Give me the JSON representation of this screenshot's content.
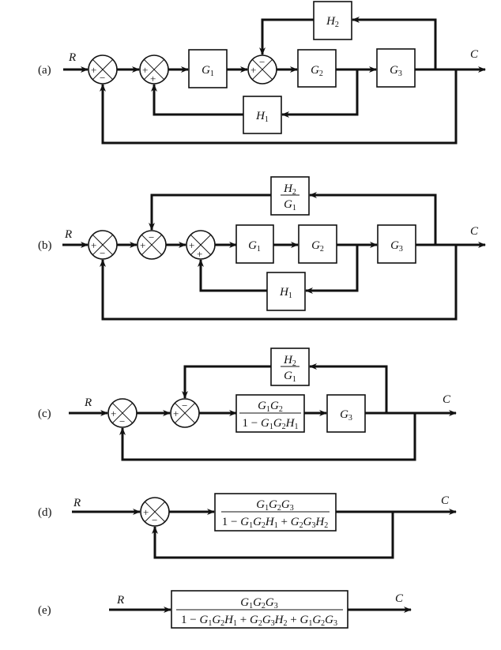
{
  "diagrams": {
    "a": {
      "label": "(a)",
      "input": "R",
      "output": "C",
      "sum1": {
        "left": "+",
        "bottom": "−"
      },
      "sum2": {
        "left": "+",
        "bottom": "+"
      },
      "sum3": {
        "left": "+",
        "top": "−"
      },
      "blocks": {
        "g1": "G1",
        "g2": "G2",
        "g3": "G3",
        "h1": "H1",
        "h2": "H2"
      }
    },
    "b": {
      "label": "(b)",
      "input": "R",
      "output": "C",
      "sum1": {
        "left": "+",
        "bottom": "−"
      },
      "sum2": {
        "left": "+",
        "top": "−"
      },
      "sum3": {
        "left": "+",
        "bottom": "+"
      },
      "blocks": {
        "g1": "G1",
        "g2": "G2",
        "g3": "G3",
        "h1": "H1",
        "h2g1_num": "H2",
        "h2g1_den": "G1"
      }
    },
    "c": {
      "label": "(c)",
      "input": "R",
      "output": "C",
      "sum1": {
        "left": "+",
        "bottom": "−"
      },
      "sum2": {
        "left": "+",
        "top": "−"
      },
      "blocks": {
        "h2g1_num": "H2",
        "h2g1_den": "G1",
        "inner_num": "G1G2",
        "inner_den": "1 − G1G2H1",
        "g3": "G3"
      }
    },
    "d": {
      "label": "(d)",
      "input": "R",
      "output": "C",
      "sum1": {
        "left": "+",
        "bottom": "−"
      },
      "blocks": {
        "num": "G1G2G3",
        "den": "1 − G1G2H1 + G2G3H2"
      }
    },
    "e": {
      "label": "(e)",
      "input": "R",
      "output": "C",
      "blocks": {
        "num": "G1G2G3",
        "den": "1 − G1G2H1 + G2G3H2 + G1G2G3"
      }
    }
  }
}
